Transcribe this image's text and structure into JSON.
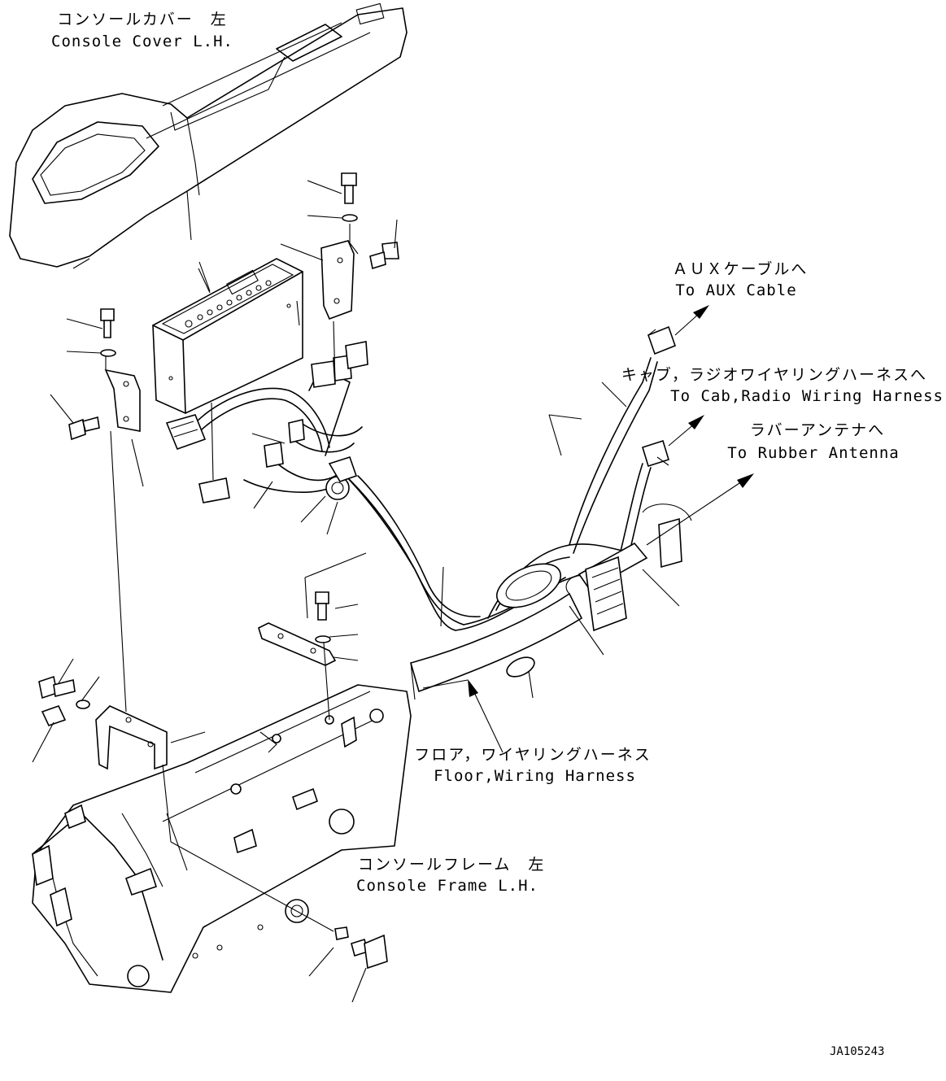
{
  "labels": {
    "console_cover": {
      "jp": "コンソールカバー　左",
      "en": "Console Cover L.H."
    },
    "aux_cable": {
      "jp": "ＡＵＸケーブルへ",
      "en": "To AUX Cable"
    },
    "cab_radio_harness": {
      "jp": "キャブ，ラジオワイヤリングハーネスへ",
      "en": "To Cab,Radio Wiring Harness"
    },
    "rubber_antenna": {
      "jp": "ラバーアンテナへ",
      "en": "To Rubber Antenna"
    },
    "floor_harness": {
      "jp": "フロア，ワイヤリングハーネス",
      "en": "Floor,Wiring Harness"
    },
    "console_frame": {
      "jp": "コンソールフレーム　左",
      "en": "Console Frame L.H."
    },
    "drawing_id": "JA105243"
  }
}
